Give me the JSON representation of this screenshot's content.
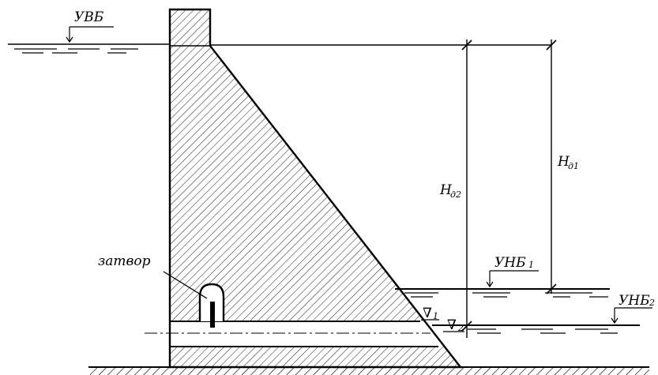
{
  "labels": {
    "uvb": "УВБ",
    "unb1": "УНБ",
    "unb1_sub": "1",
    "unb2": "УНБ",
    "unb2_sub": "2",
    "h1": "H",
    "h1_sub": "д1",
    "h2": "H",
    "h2_sub": "д2",
    "level1": "∇",
    "level1_sub": "1",
    "level2": "∇",
    "level2_sub": "2",
    "gate": "затвор"
  },
  "colors": {
    "ink": "#000000",
    "background": "#ffffff"
  }
}
